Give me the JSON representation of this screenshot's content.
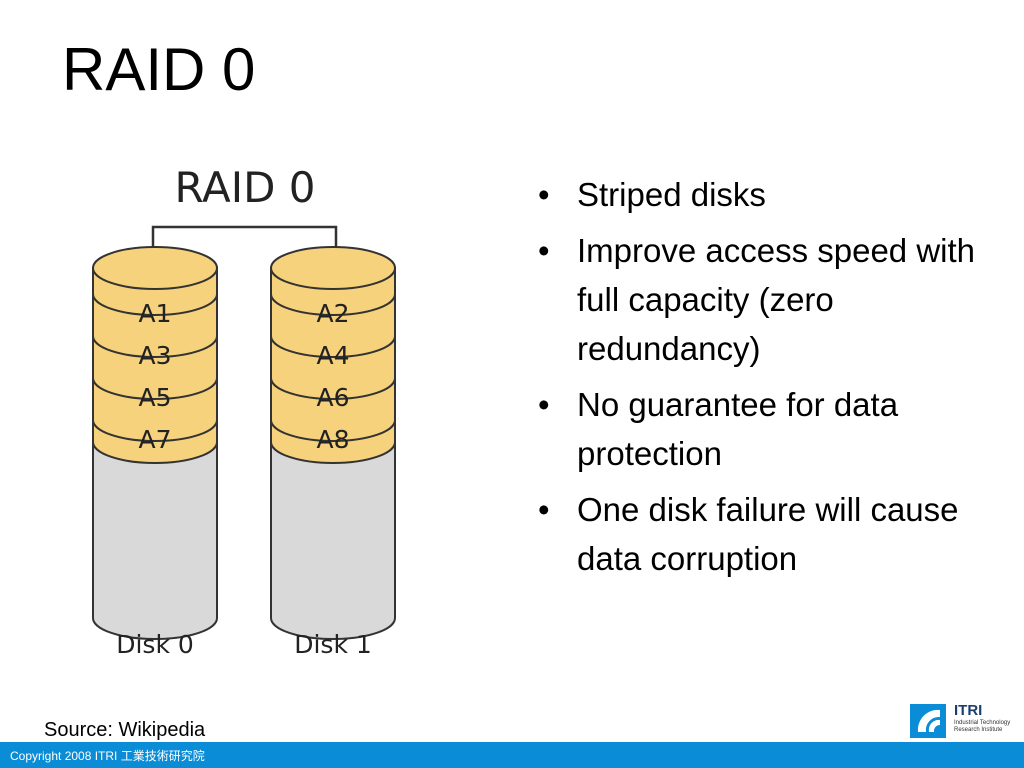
{
  "slide": {
    "title": "RAID 0",
    "source": "Source: Wikipedia",
    "footer": "Copyright 2008 ITRI 工業技術研究院"
  },
  "diagram": {
    "title": "RAID 0",
    "colors": {
      "block_fill": "#f7d27c",
      "empty_fill": "#d9d9d9",
      "stroke": "#333333",
      "accent_blue": "#0a8cd6"
    },
    "disks": [
      {
        "label": "Disk 0",
        "blocks": [
          "A1",
          "A3",
          "A5",
          "A7"
        ]
      },
      {
        "label": "Disk 1",
        "blocks": [
          "A2",
          "A4",
          "A6",
          "A8"
        ]
      }
    ]
  },
  "bullets": [
    "Striped disks",
    "Improve access speed with full capacity (zero redundancy)",
    "No guarantee for data protection",
    "One disk failure will cause data corruption"
  ],
  "logo": {
    "name": "ITRI",
    "subtitle": "Industrial Technology Research Institute",
    "icon": "itri-logo-icon"
  }
}
